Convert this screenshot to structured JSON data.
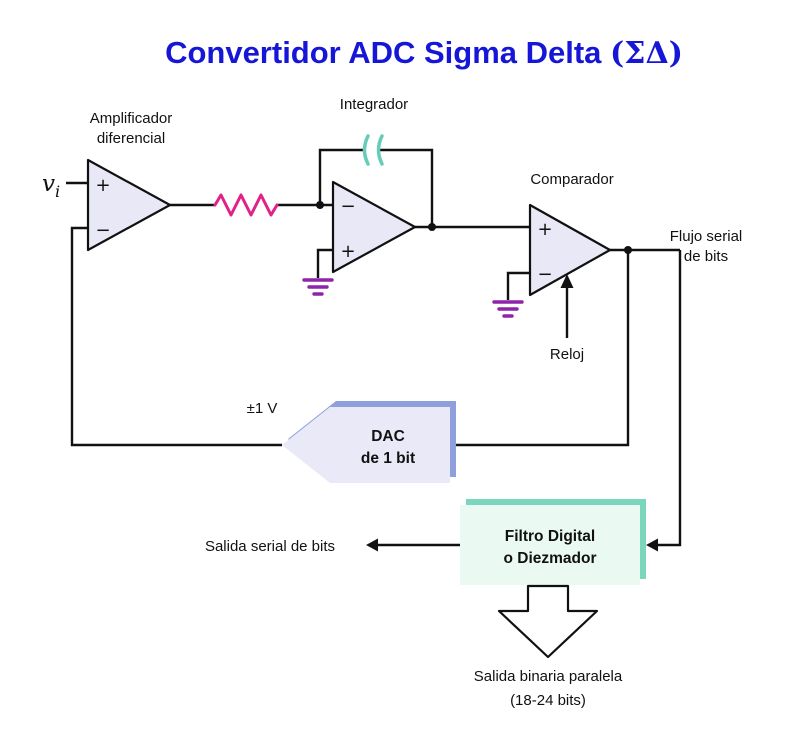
{
  "title": {
    "text": "Convertidor ADC Sigma Delta ",
    "math": "(ΣΔ)"
  },
  "input_signal": {
    "base": "v",
    "subscript": "i"
  },
  "symbols": {
    "plus": "+",
    "minus": "−"
  },
  "amplifier": {
    "label_line1": "Amplificador",
    "label_line2": "diferencial"
  },
  "integrator": {
    "label": "Integrador"
  },
  "comparator": {
    "label": "Comparador"
  },
  "clock": {
    "label": "Reloj"
  },
  "bitstream": {
    "line1": "Flujo serial",
    "line2": "de bits"
  },
  "dac": {
    "line1": "DAC",
    "line2": "de 1 bit",
    "voltage": "±1 V"
  },
  "filter": {
    "line1": "Filtro Digital",
    "line2": "o Diezmador"
  },
  "serial_output": {
    "label": "Salida serial de bits"
  },
  "parallel_output": {
    "line1": "Salida binaria paralela",
    "line2": "(18-24 bits)"
  },
  "colors": {
    "title_color": "#1616d6",
    "opamp_fill": "#e8e8f6",
    "resistor_color": "#e0218a",
    "capacitor_color": "#66ccb8",
    "ground_color": "#8e24aa",
    "dac_fill": "#e9e9f8",
    "dac_shadow": "#8f9fdc",
    "filter_fill": "#eafaf2",
    "filter_shadow": "#7cd6bd"
  }
}
